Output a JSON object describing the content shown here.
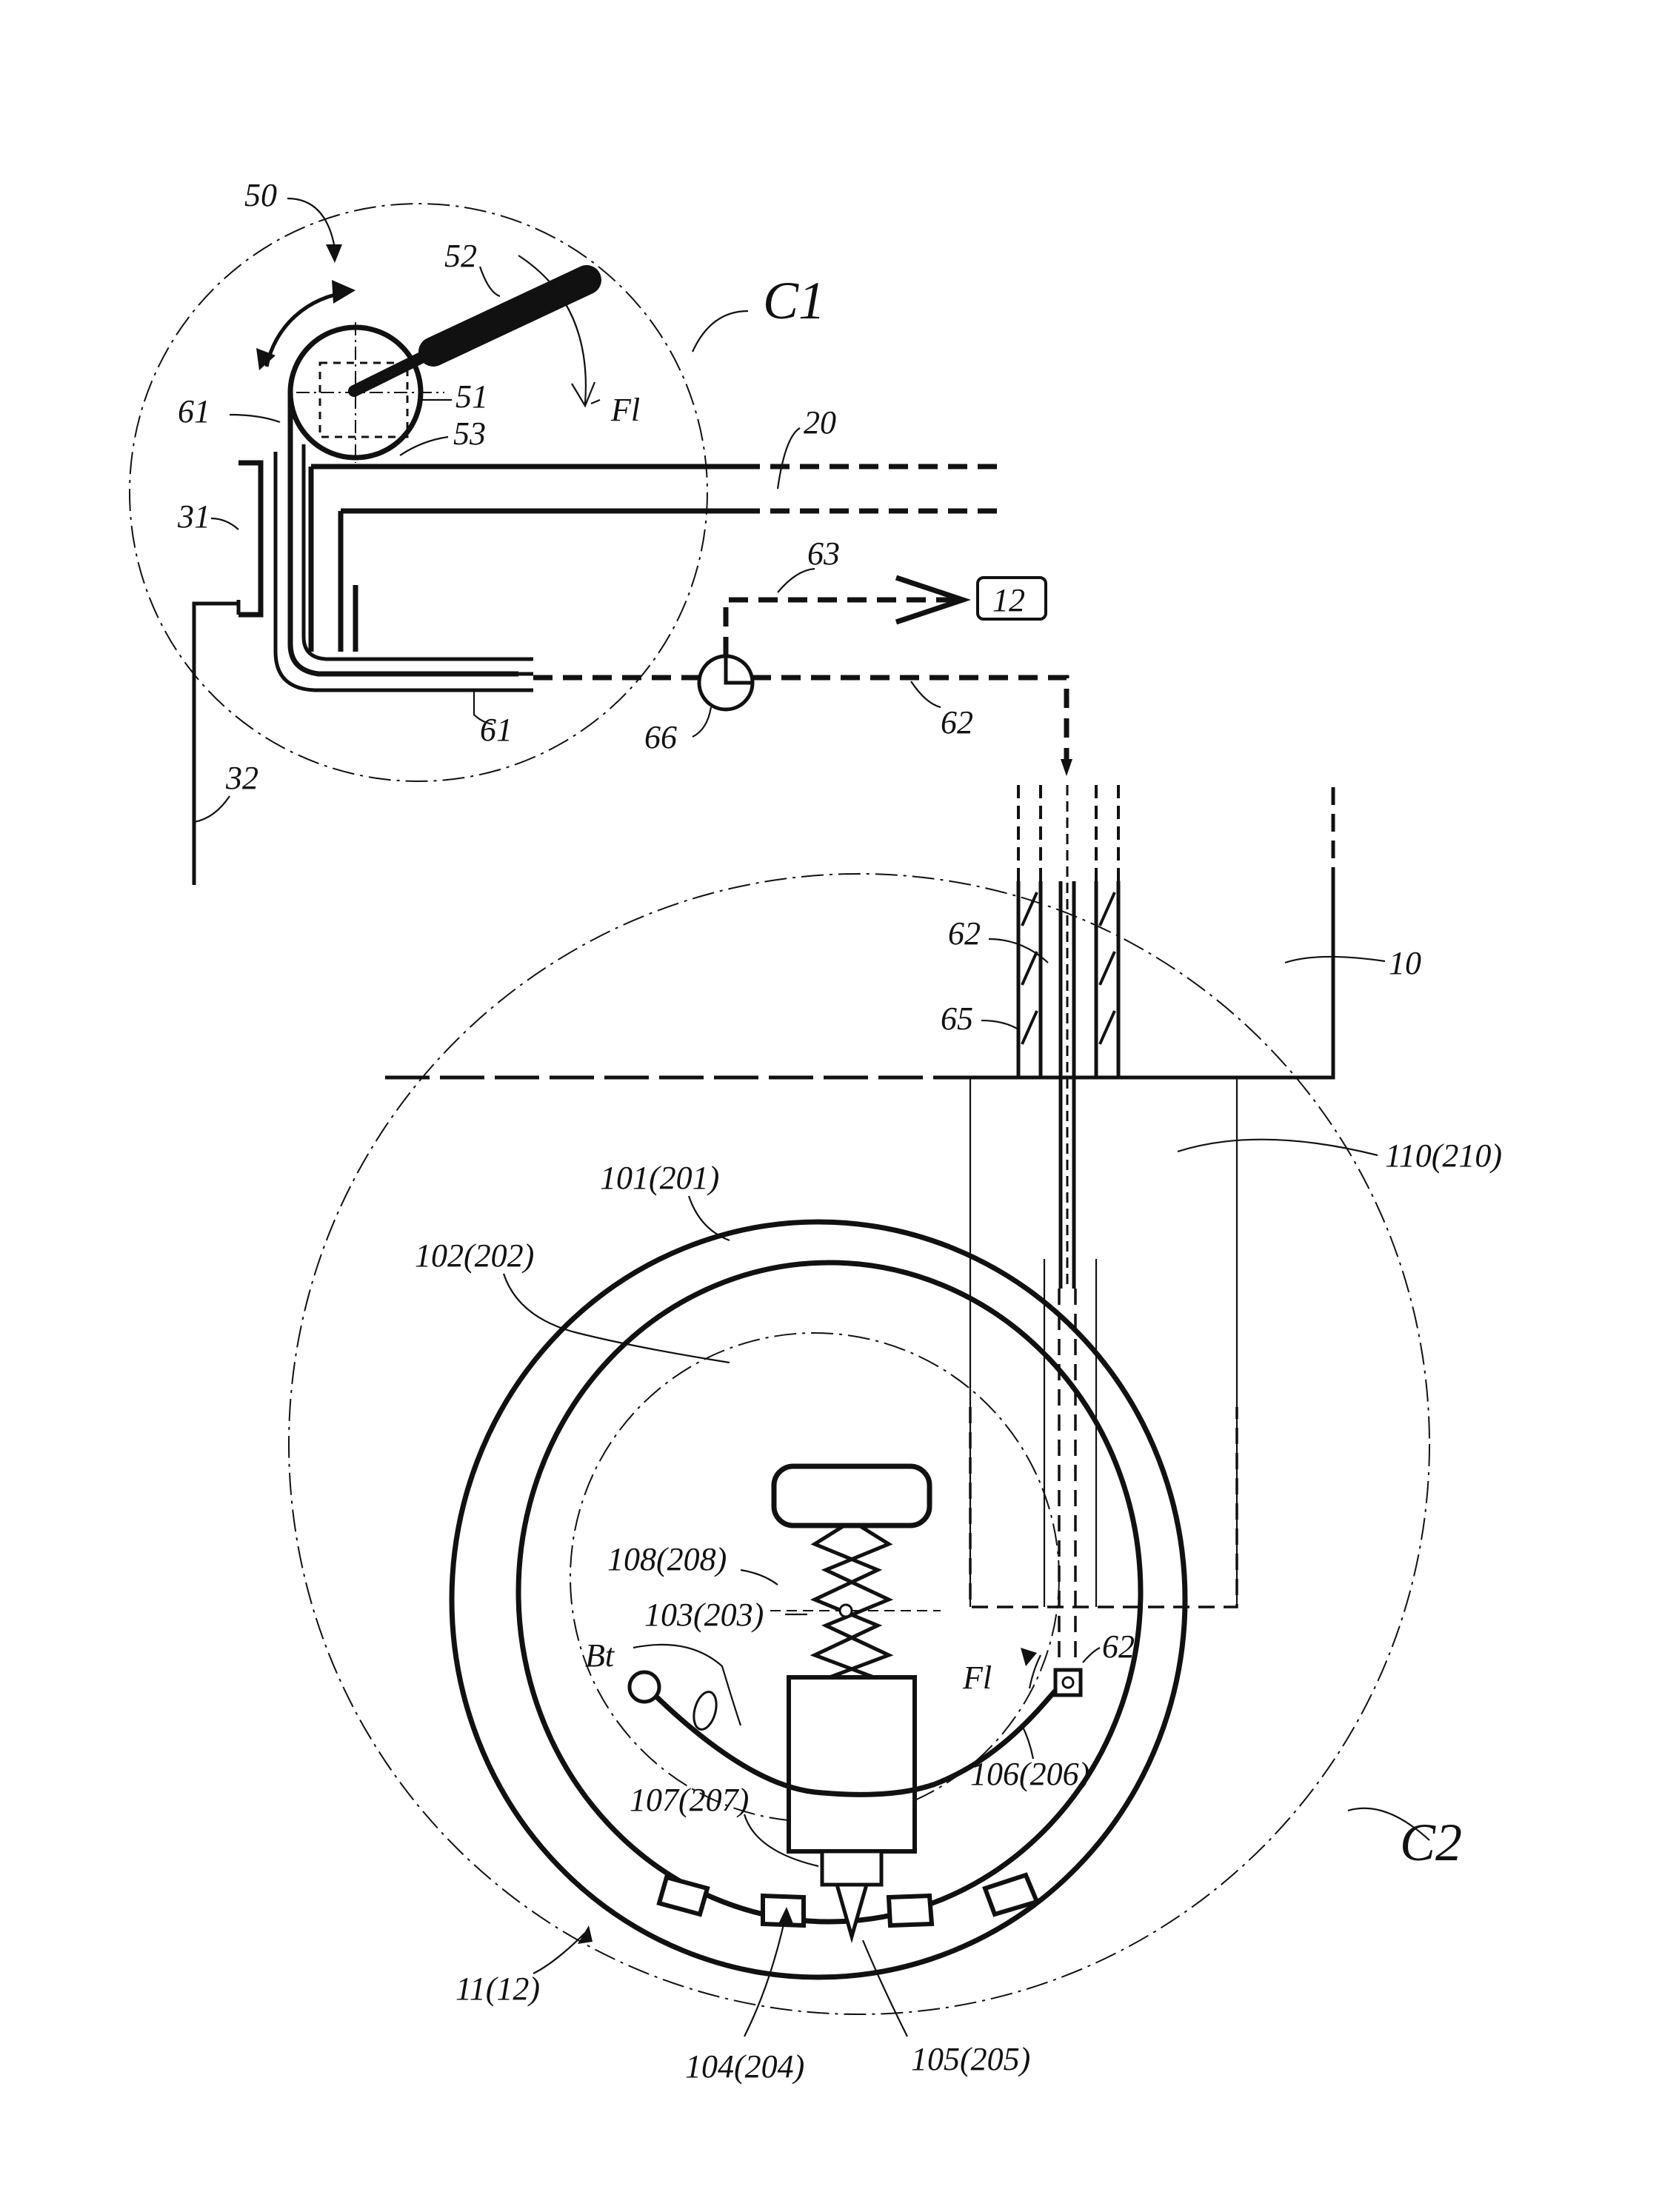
{
  "labels": {
    "l50": "50",
    "l52": "52",
    "lC1": "C1",
    "l51": "51",
    "lFl_top": "Fl",
    "l61_top": "61",
    "l53": "53",
    "l20": "20",
    "l31": "31",
    "l63": "63",
    "l12_box": "12",
    "l61_bot": "61",
    "l66": "66",
    "l62_pipe": "62",
    "l32": "32",
    "l62_mid": "62",
    "l10": "10",
    "l65": "65",
    "l110": "110(210)",
    "l101": "101(201)",
    "l102": "102(202)",
    "l108": "108(208)",
    "l103": "103(203)",
    "lBt": "Bt",
    "lFl_bot": "Fl",
    "l62_low": "62",
    "l106": "106(206)",
    "l107": "107(207)",
    "lC2": "C2",
    "l11": "11(12)",
    "l104": "104(204)",
    "l105": "105(205)"
  },
  "colors": {
    "ink": "#111111",
    "paper": "#ffffff"
  }
}
